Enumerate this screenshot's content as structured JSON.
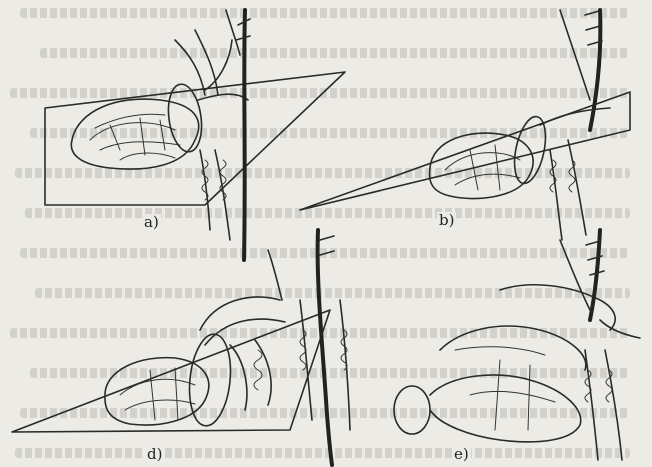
{
  "figure": {
    "panels": [
      {
        "id": "a",
        "label": "a)"
      },
      {
        "id": "b",
        "label": "b)"
      },
      {
        "id": "d",
        "label": "d)"
      },
      {
        "id": "e",
        "label": "e)"
      }
    ]
  },
  "colors": {
    "background": "#ecebe6",
    "ink": "#2a2a2a",
    "bleed_text": "#bdbcb7"
  }
}
